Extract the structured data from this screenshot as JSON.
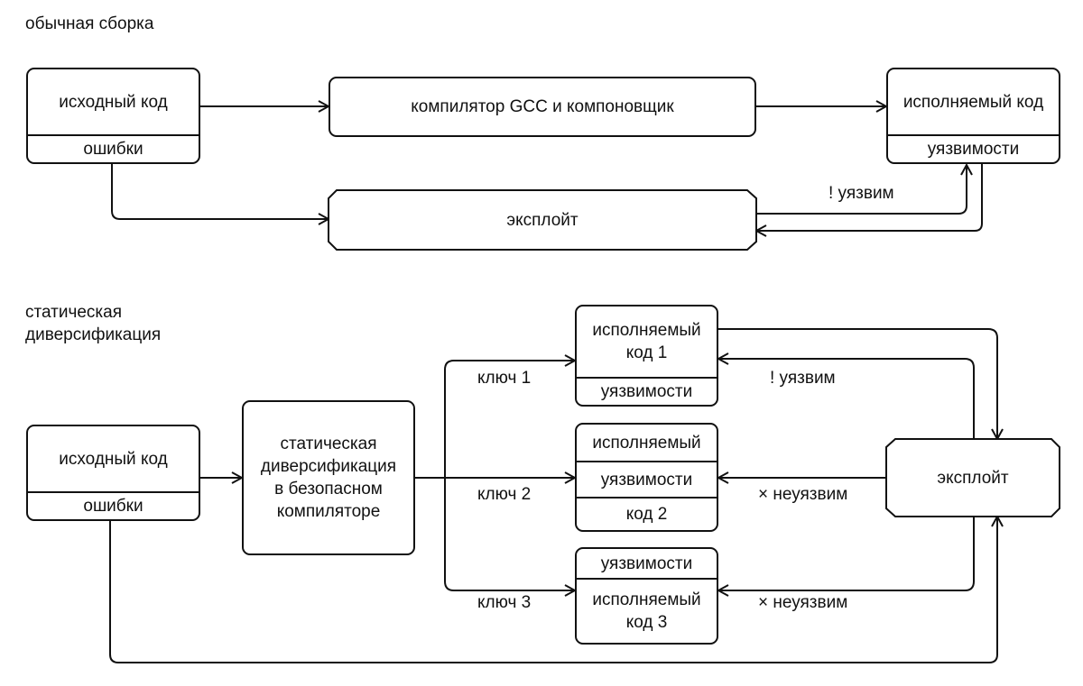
{
  "sections": {
    "top_title": "обычная сборка",
    "bottom_title": "статическая диверсификация"
  },
  "top": {
    "source": {
      "title": "исходный код",
      "sub": "ошибки"
    },
    "compiler": "компилятор GCC и компоновщик",
    "executable": {
      "title": "исполняемый код",
      "sub": "уязвимости"
    },
    "exploit": "эксплойт",
    "vulnerable_label": "! уязвим"
  },
  "bottom": {
    "source": {
      "title": "исходный код",
      "sub": "ошибки"
    },
    "compiler": "статическая диверсификация в безопасном компиляторе",
    "exe1": {
      "title": "исполняемый код 1",
      "sub": "уязвимости"
    },
    "exe2": {
      "title": "исполняемый",
      "mid": "уязвимости",
      "sub": "код 2"
    },
    "exe3": {
      "top": "уязвимости",
      "title": "исполняемый код 3"
    },
    "exploit": "эксплойт",
    "keys": [
      "ключ 1",
      "ключ 2",
      "ключ 3"
    ],
    "results": [
      "! уязвим",
      "× неуязвим",
      "× неуязвим"
    ]
  }
}
